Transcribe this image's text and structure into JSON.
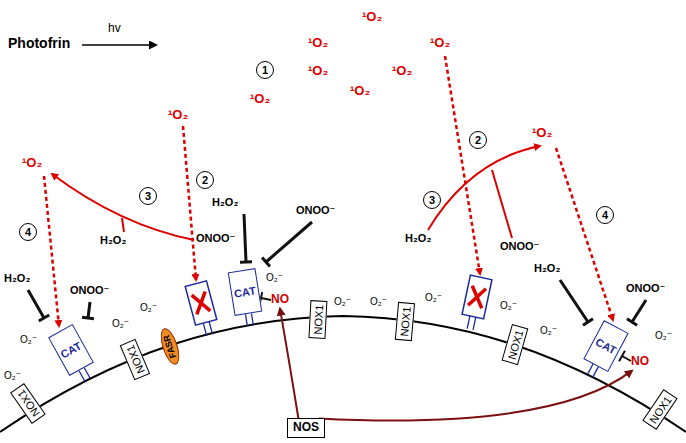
{
  "diagram": {
    "nodes": [
      {
        "text": [
          "NOX1"
        ]
      },
      {
        "text": [
          "CAT"
        ]
      },
      {
        "text": [
          "NOX1"
        ]
      },
      {
        "text": [
          "FASR"
        ]
      },
      {
        "text": [
          "CAT"
        ]
      },
      {
        "text": [
          "NO"
        ]
      },
      {
        "text": [
          "NOX1"
        ]
      },
      {
        "text": [
          "NOX1"
        ]
      },
      {
        "text": [
          "NOX1"
        ]
      },
      {
        "text": [
          "CAT"
        ]
      },
      {
        "text": [
          "NO"
        ]
      },
      {
        "text": [
          "NOX1"
        ]
      },
      {
        "text": [
          "NOS"
        ]
      }
    ],
    "edges": [
      {
        "from": 12,
        "to": 5,
        "arrow": "to"
      },
      {
        "from": 12,
        "to": 10,
        "arrow": "to"
      }
    ],
    "labels": [
      "Photofrin",
      "hv",
      "1",
      "2",
      "3",
      "4",
      "2",
      "3",
      "4",
      "¹O₂",
      "¹O₂",
      "¹O₂",
      "¹O₂",
      "¹O₂",
      "¹O₂",
      "¹O₂",
      "¹O₂",
      "¹O₂",
      "¹O₂",
      "H₂O₂",
      "H₂O₂",
      "H₂O₂",
      "H₂O₂",
      "H₂O₂",
      "ONOO⁻",
      "ONOO⁻",
      "ONOO⁻",
      "ONOO⁻",
      "ONOO⁻",
      "O₂⁻",
      "O₂⁻",
      "O₂⁻",
      "O₂⁻",
      "O₂⁻",
      "O₂⁻",
      "O₂⁻",
      "O₂⁻",
      "O₂⁻",
      "O₂⁻",
      "O₂⁻"
    ]
  }
}
